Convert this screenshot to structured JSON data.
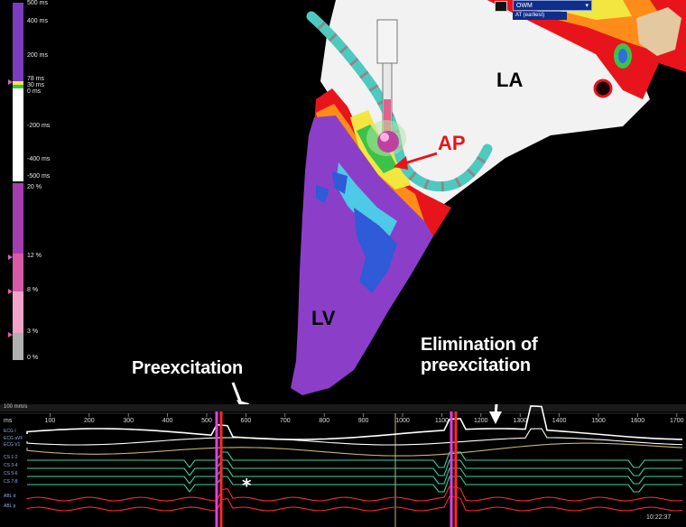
{
  "colors": {
    "activation_purple": "#8b3fc8",
    "activation_white": "#f2f2f2",
    "annotation_red": "#e8141c",
    "catheter_teal": "#4ec9c0",
    "trace_green": "#36d6a4",
    "trace_red": "#ff2828",
    "trace_white": "#ffffff",
    "trace_tan": "#c8b46c"
  },
  "scale": {
    "top_labels": [
      "500 ms",
      "400 ms",
      "200 ms",
      "78 ms",
      "30 ms",
      "0 ms",
      "-200 ms",
      "-400 ms",
      "-500 ms"
    ],
    "bottom_labels": [
      "20 %",
      "12 %",
      "8 %",
      "3 %",
      "0 %"
    ]
  },
  "map": {
    "menu_value": "OWM",
    "submenu_value": "AT (earliest)",
    "chamber_la": "LA",
    "chamber_lv": "LV",
    "pathway_label": "AP"
  },
  "annotations": {
    "preexcitation": "Preexcitation",
    "elimination": "Elimination of preexcitation"
  },
  "ecg": {
    "speed": "100 mm/s",
    "ms_label": "ms",
    "ticks": [
      "100",
      "200",
      "300",
      "400",
      "500",
      "600",
      "700",
      "800",
      "900",
      "1000",
      "1100",
      "1200",
      "1300",
      "1400",
      "1500",
      "1600",
      "1700"
    ],
    "channels": [
      "ECG I",
      "ECG aVF",
      "ECG V1",
      "CS 1-2",
      "CS 3-4",
      "CS 5-6",
      "CS 7-8",
      "ABL d",
      "ABL p"
    ],
    "clock": "10:22:37"
  }
}
